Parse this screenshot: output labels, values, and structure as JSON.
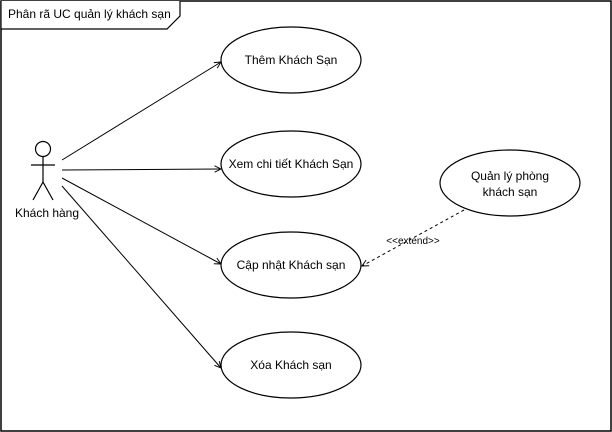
{
  "frame": {
    "title": "Phân rã UC quản lý khách sạn"
  },
  "actor": {
    "label": "Khách hàng"
  },
  "use_cases": [
    {
      "id": "them",
      "lines": [
        "Thêm Khách Sạn"
      ]
    },
    {
      "id": "xem",
      "lines": [
        "Xem chi tiết Khách Sạn"
      ]
    },
    {
      "id": "capnhat",
      "lines": [
        "Cập nhật Khách sạn"
      ]
    },
    {
      "id": "xoa",
      "lines": [
        "Xóa Khách sạn"
      ]
    },
    {
      "id": "quanlyphong",
      "lines": [
        "Quản lý phòng",
        "khách sạn"
      ]
    }
  ],
  "relations": {
    "associations": [
      {
        "from": "actor",
        "to": "them"
      },
      {
        "from": "actor",
        "to": "xem"
      },
      {
        "from": "actor",
        "to": "capnhat"
      },
      {
        "from": "actor",
        "to": "xoa"
      }
    ],
    "extend": {
      "from": "quanlyphong",
      "to": "capnhat",
      "stereotype": "<<extend>>"
    }
  },
  "colors": {
    "stroke": "#000000",
    "fill": "#ffffff"
  }
}
